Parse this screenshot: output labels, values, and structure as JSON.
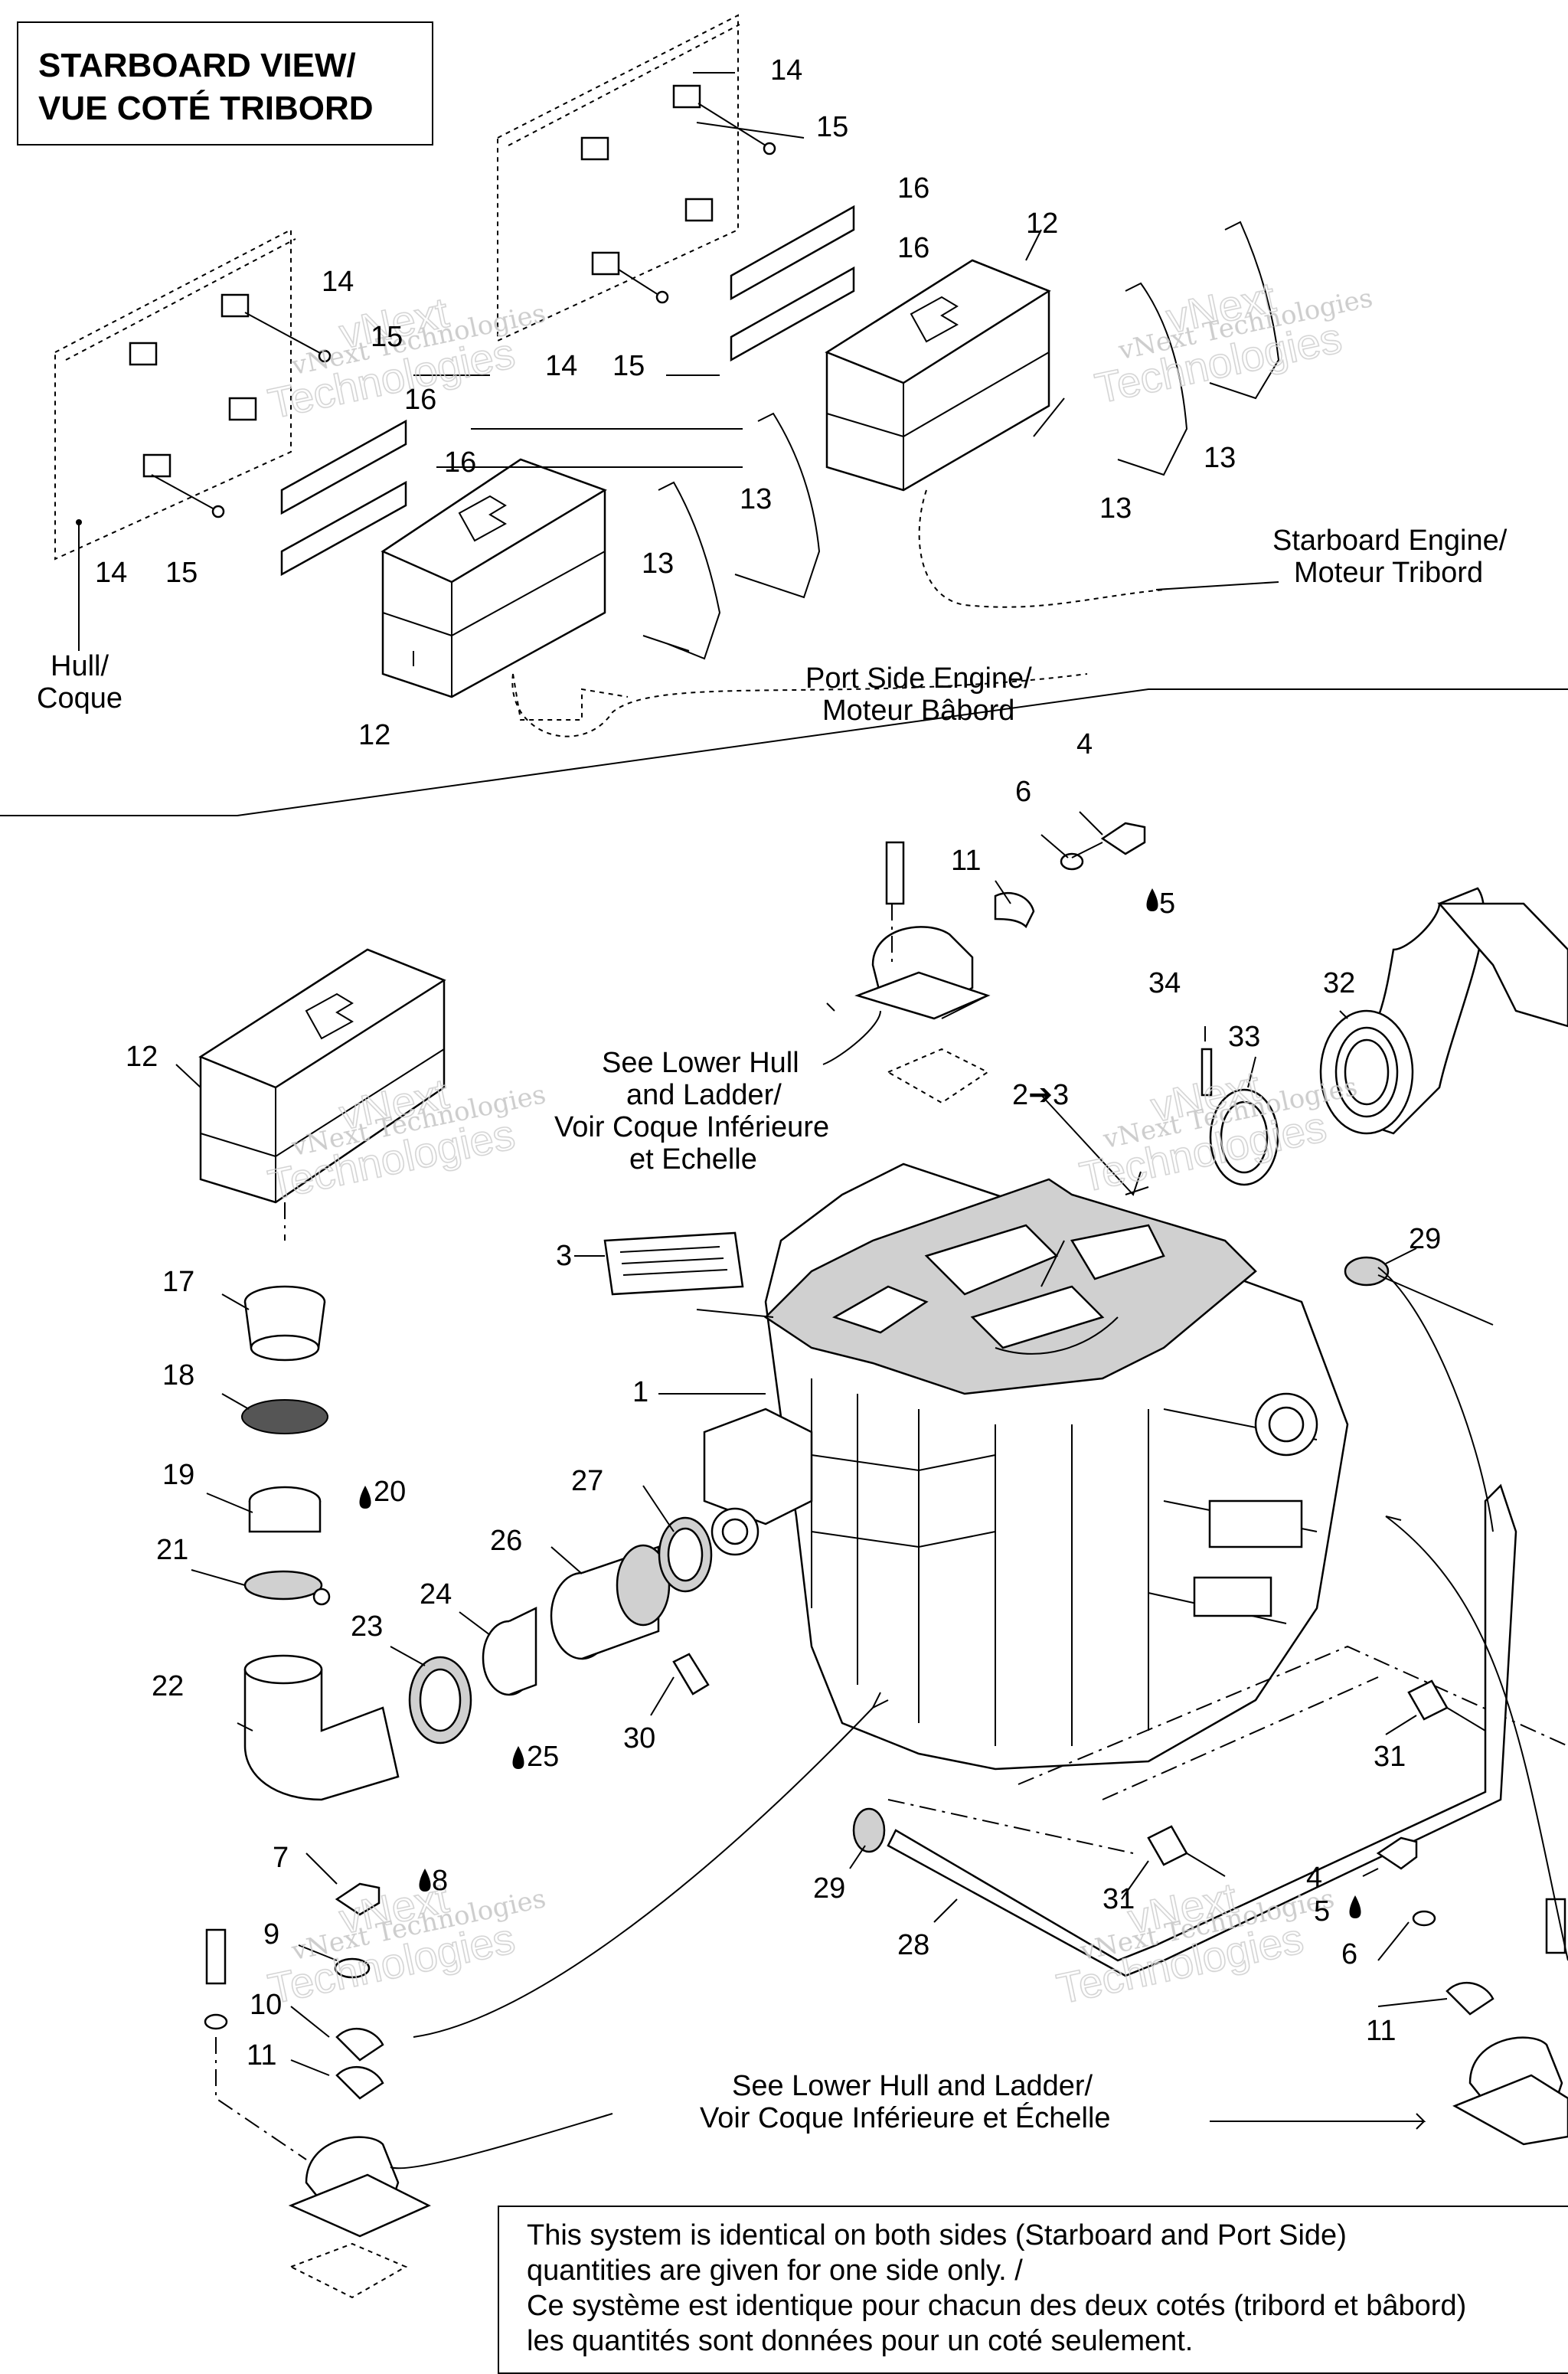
{
  "title": {
    "line1": "STARBOARD VIEW/",
    "line2": "VUE COTÉ TRIBORD"
  },
  "labels": {
    "hull": "Hull/",
    "coque": "Coque",
    "port_engine_1": "Port Side Engine/",
    "port_engine_2": "Moteur Bâbord",
    "starboard_engine_1": "Starboard Engine/",
    "starboard_engine_2": "Moteur Tribord",
    "see_lower_1": "See Lower Hull",
    "see_lower_2": "and Ladder/",
    "see_lower_3": "Voir Coque Inférieure",
    "see_lower_4": "et Echelle",
    "see_lower_bottom_1": "See Lower Hull and Ladder/",
    "see_lower_bottom_2": "Voir Coque Inférieure et Échelle"
  },
  "callouts": {
    "c14a": "14",
    "c15a": "15",
    "c16a": "16",
    "c16b": "16",
    "c12a": "12",
    "c14b": "14",
    "c15b": "15",
    "c14c": "14",
    "c15c": "15",
    "c14d": "14",
    "c15d": "15",
    "c16c": "16",
    "c16d": "16",
    "c13a": "13",
    "c13b": "13",
    "c12b": "12",
    "c13c": "13",
    "c13d": "13",
    "c4a": "4",
    "c6a": "6",
    "c11a": "11",
    "c5a": "5",
    "c34": "34",
    "c33": "33",
    "c32": "32",
    "c12c": "12",
    "c23arrow": "2➔3",
    "c3": "3",
    "c1": "1",
    "c29a": "29",
    "c17": "17",
    "c18": "18",
    "c19": "19",
    "c20": "20",
    "c21": "21",
    "c27": "27",
    "c26": "26",
    "c22": "22",
    "c23": "23",
    "c24": "24",
    "c25": "25",
    "c30": "30",
    "c31a": "31",
    "c7": "7",
    "c8": "8",
    "c9": "9",
    "c10": "10",
    "c11b": "11",
    "c29b": "29",
    "c28": "28",
    "c31b": "31",
    "c4b": "4",
    "c5b": "5",
    "c6b": "6",
    "c11c": "11"
  },
  "watermark": {
    "line1": "vNext",
    "line2": "vNext Technologies",
    "line3": "Technologies"
  },
  "note": {
    "line1": "This system is identical on both sides (Starboard and Port Side)",
    "line2": "quantities are given for one side only. /",
    "line3": "Ce système est identique pour chacun des deux cotés (tribord et bâbord)",
    "line4": "les quantités sont données pour un coté seulement."
  }
}
